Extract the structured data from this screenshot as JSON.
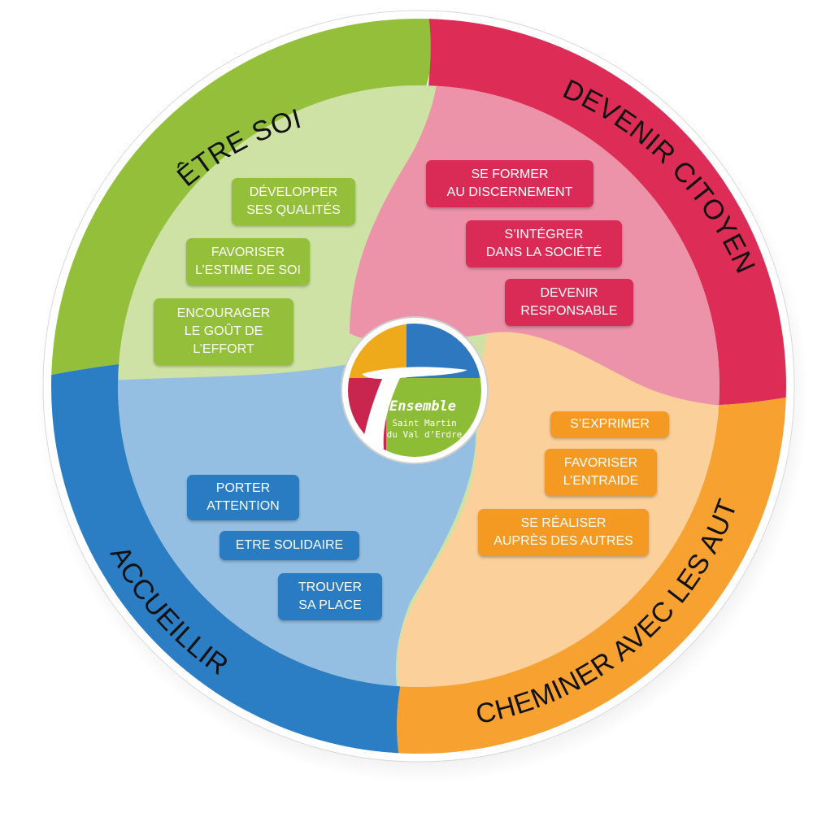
{
  "colors": {
    "green": "#93bf3a",
    "green_light": "#cfe2a5",
    "red": "#dd2d57",
    "red_light": "#ec93aa",
    "orange": "#f7a130",
    "orange_light": "#fbd09a",
    "blue": "#2b7dc4",
    "blue_light": "#94bfe2",
    "logo_yellow": "#efaa1c",
    "logo_blue": "#2e78bf",
    "logo_crimson": "#c8264e",
    "logo_green": "#8dbd37"
  },
  "sections": {
    "green": {
      "title": "ÊTRE SOI",
      "items": [
        "DÉVELOPPER\nSES QUALITÉS",
        "FAVORISER\nL’ESTIME DE SOI",
        "ENCOURAGER\nLE GOÛT DE\nL’EFFORT"
      ]
    },
    "red": {
      "title": "DEVENIR CITOYEN",
      "items": [
        "SE FORMER\nAU DISCERNEMENT",
        "S’INTÉGRER\nDANS LA SOCIÉTÉ",
        "DEVENIR\nRESPONSABLE"
      ]
    },
    "orange": {
      "title": "CHEMINER AVEC LES AUTRES",
      "items": [
        "S’EXPRIMER",
        "FAVORISER\nL’ENTRAIDE",
        "SE RÉALISER\nAUPRÈS DES AUTRES"
      ]
    },
    "blue": {
      "title": "ACCUEILLIR",
      "items": [
        "PORTER\nATTENTION",
        "ETRE SOLIDAIRE",
        "TROUVER\nSA PLACE"
      ]
    }
  },
  "logo": {
    "name": "Ensemble",
    "line1": "Saint Martin",
    "line2": "du Val d’Erdre"
  }
}
